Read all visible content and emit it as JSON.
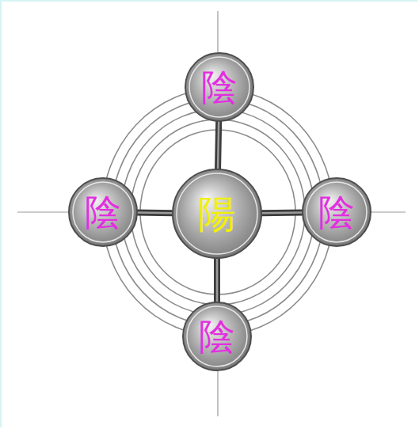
{
  "diagram": {
    "nodes": [
      {
        "text": [
          "陰"
        ]
      },
      {
        "text": [
          "陰"
        ]
      },
      {
        "text": [
          "陽"
        ]
      },
      {
        "text": [
          "陰"
        ]
      },
      {
        "text": [
          "陰"
        ]
      }
    ],
    "edges": [
      {
        "from": 2,
        "to": 0,
        "arrow": "none"
      },
      {
        "from": 2,
        "to": 1,
        "arrow": "none"
      },
      {
        "from": 2,
        "to": 3,
        "arrow": "none"
      },
      {
        "from": 2,
        "to": 4,
        "arrow": "none"
      }
    ]
  }
}
